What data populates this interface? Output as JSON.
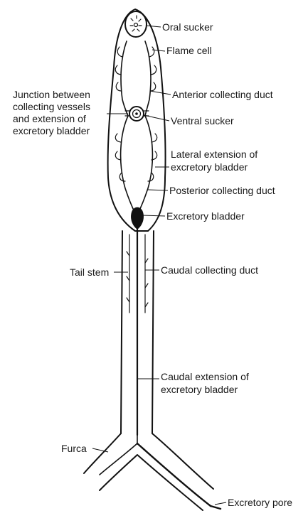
{
  "labels": {
    "oral_sucker": "Oral sucker",
    "flame_cell": "Flame cell",
    "anterior_collecting_duct": "Anterior collecting duct",
    "junction_line1": "Junction between",
    "junction_line2": "collecting vessels",
    "junction_line3": "and extension of",
    "junction_line4": "excretory bladder",
    "ventral_sucker": "Ventral sucker",
    "lateral_ext_line1": "Lateral extension of",
    "lateral_ext_line2": "excretory bladder",
    "posterior_collecting_duct": "Posterior collecting duct",
    "excretory_bladder": "Excretory bladder",
    "tail_stem": "Tail stem",
    "caudal_collecting_duct": "Caudal collecting duct",
    "caudal_ext_line1": "Caudal extension of",
    "caudal_ext_line2": "excretory bladder",
    "furca": "Furca",
    "excretory_pore": "Excretory pore"
  }
}
